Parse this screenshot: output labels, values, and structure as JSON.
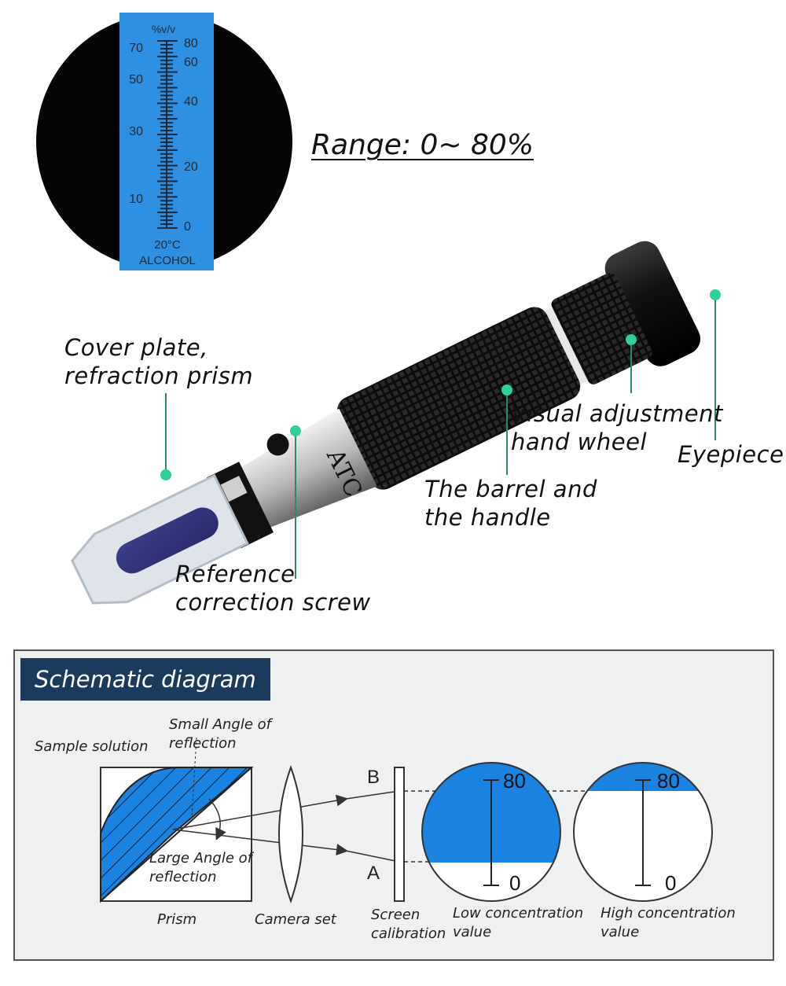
{
  "range_text": "Range: 0~ 80%",
  "scale": {
    "unit": "%v/v",
    "left_labels": [
      "70",
      "50",
      "30",
      "10"
    ],
    "right_labels": [
      "80",
      "60",
      "40",
      "20",
      "0"
    ],
    "temp": "20°C",
    "name": "ALCOHOL"
  },
  "device": {
    "atc_label": "ATC"
  },
  "callouts": {
    "cover_plate": [
      "Cover plate,",
      "refraction prism"
    ],
    "reference_screw": [
      "Reference",
      "correction screw"
    ],
    "barrel": [
      "The barrel and",
      "the handle"
    ],
    "wheel": [
      "Visual adjustment",
      "hand wheel"
    ],
    "eyepiece": "Eyepiece"
  },
  "schematic": {
    "title": "Schematic diagram",
    "sample_solution": "Sample solution",
    "small_angle": [
      "Small Angle of",
      "reflection"
    ],
    "large_angle": [
      "Large Angle of",
      "reflection"
    ],
    "prism": "Prism",
    "camera_set": "Camera set",
    "screen_calibration": [
      "Screen",
      "calibration"
    ],
    "label_b": "B",
    "label_a": "A",
    "low": {
      "top": "80",
      "bottom": "0",
      "caption": [
        "Low concentration",
        "value"
      ]
    },
    "high": {
      "top": "80",
      "bottom": "0",
      "caption": [
        "High concentration",
        "value"
      ]
    }
  },
  "colors": {
    "scale_blue": "#2f8fe0",
    "fill_blue": "#1a82e0",
    "title_bg": "#1c3a5c",
    "callout_green": "#2ecf9a"
  }
}
